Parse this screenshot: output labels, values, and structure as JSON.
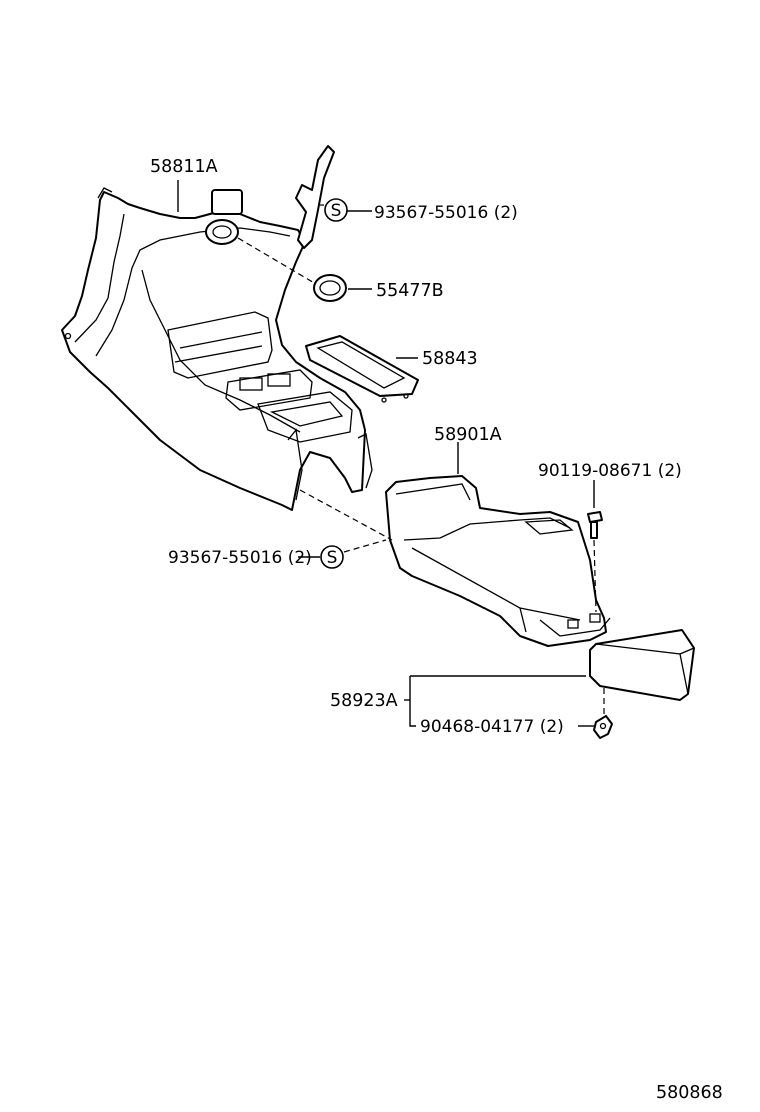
{
  "labels": {
    "console_upper": "58811A",
    "screw_top": "93567-55016 (2)",
    "screw_top_symbol": "S",
    "grommet": "55477B",
    "insert_panel": "58843",
    "console_rear": "58901A",
    "bolt": "90119-08671 (2)",
    "screw_left": "93567-55016 (2)",
    "screw_left_symbol": "S",
    "end_cap": "58923A",
    "clip": "90468-04177 (2)"
  },
  "diagram_id": "580868"
}
